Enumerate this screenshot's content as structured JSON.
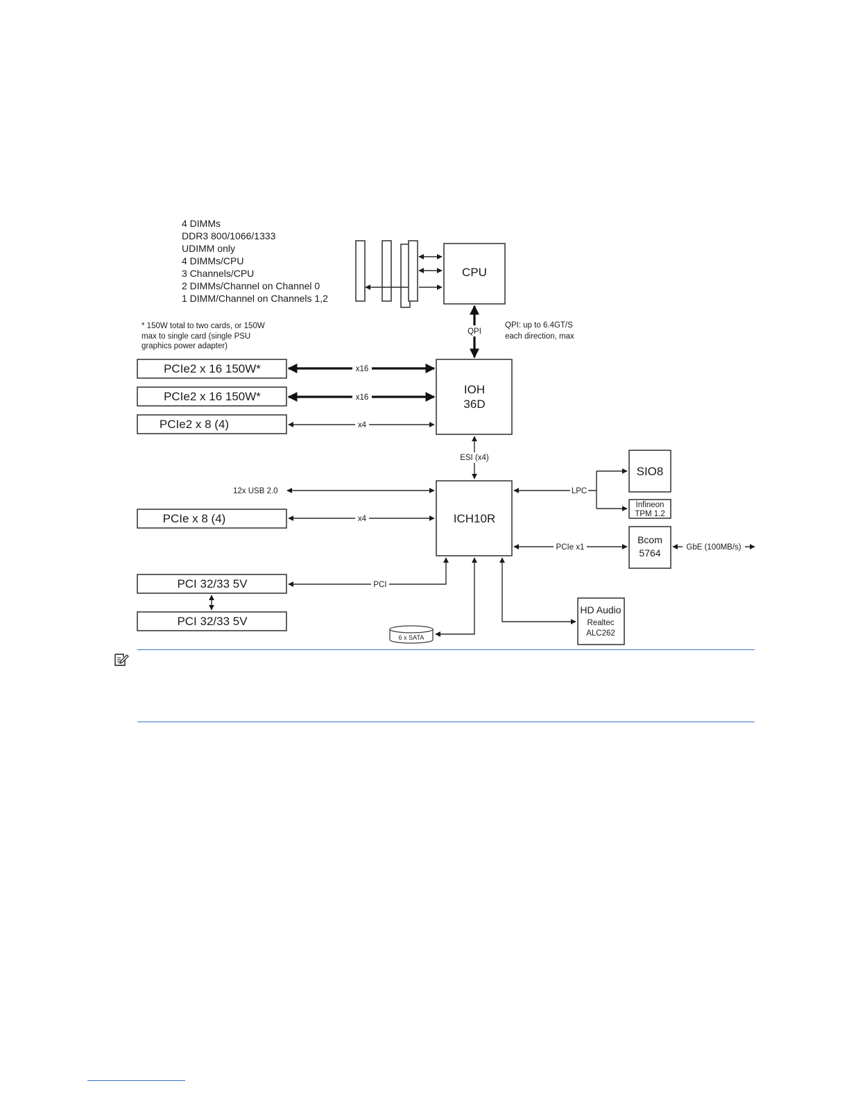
{
  "diagram": {
    "dimm_notes": [
      "4 DIMMs",
      "DDR3 800/1066/1333",
      "UDIMM only",
      "4 DIMMs/CPU",
      "3 Channels/CPU",
      "2 DIMMs/Channel on Channel 0",
      "1 DIMM/Channel on Channels 1,2"
    ],
    "power_note": [
      "* 150W total to two cards, or 150W",
      "max to single card (single PSU",
      "graphics power adapter)"
    ],
    "qpi_note": [
      "QPI: up to 6.4GT/S",
      "each direction, max"
    ],
    "cpu": "CPU",
    "qpi": "QPI",
    "ioh": [
      "IOH",
      "36D"
    ],
    "esi": "ESI (x4)",
    "ich": "ICH10R",
    "slots": {
      "pcie2_x16_a": "PCIe2 x 16 150W*",
      "pcie2_x16_b": "PCIe2 x 16 150W*",
      "pcie2_x8": "PCIe2 x 8 (4)",
      "pcie_x8": "PCIe x 8 (4)",
      "pci_a": "PCI 32/33 5V",
      "pci_b": "PCI 32/33 5V"
    },
    "links": {
      "x16_a": "x16",
      "x16_b": "x16",
      "x4_a": "x4",
      "x4_b": "x4",
      "pci": "PCI",
      "lpc": "LPC",
      "pcie_x1": "PCIe x1",
      "gbe": "GbE (100MB/s)"
    },
    "usb": "12x USB 2.0",
    "sio": "SIO8",
    "tpm": [
      "Infineon",
      "TPM 1.2"
    ],
    "bcom": [
      "Bcom",
      "5764"
    ],
    "audio": [
      "HD Audio",
      "Realtec",
      "ALC262"
    ],
    "sata": "6 x SATA"
  }
}
